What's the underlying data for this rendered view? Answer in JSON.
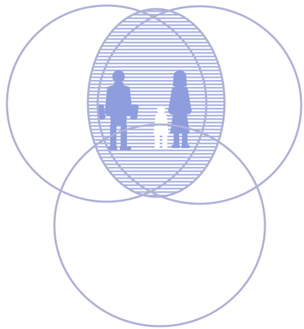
{
  "diagram": {
    "type": "three-circle-venn",
    "circles": [
      "left",
      "right",
      "bottom"
    ],
    "highlighted_region": "left-right-overlap",
    "fill_pattern": "horizontal-stripes",
    "figures": [
      "man",
      "child",
      "woman"
    ],
    "colors": {
      "outline": "#aeb1d8",
      "figure": "#8e9ddd",
      "stripe": "#aab4e2",
      "background": "#ffffff"
    }
  }
}
